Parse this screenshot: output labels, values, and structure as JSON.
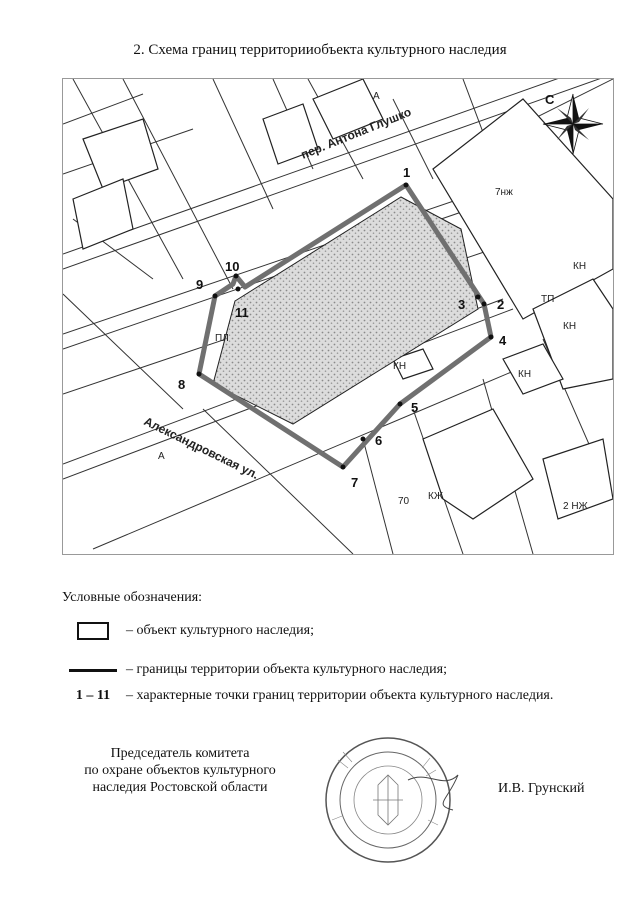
{
  "title": "2. Схема границ территорииобъекта культурного наследия",
  "map": {
    "streets": {
      "lane": "пер. Антона Глушко",
      "street": "Александровская ул."
    },
    "compass": {
      "north": "C",
      "icon": "compass-rose-icon"
    },
    "points": [
      "1",
      "2",
      "3",
      "4",
      "5",
      "6",
      "7",
      "8",
      "9",
      "10",
      "11"
    ],
    "labels": {
      "nezh": "7нж",
      "kn1": "КН",
      "kn2": "КН",
      "kn3": "КН",
      "kn4": "КН",
      "tp": "ТП",
      "kzh": "КЖ",
      "a1": "А",
      "a2": "А",
      "pl": "ПЛ",
      "num70": "70",
      "num2n": "2 НЖ"
    },
    "boundary_color": "#707070"
  },
  "legend": {
    "title": "Условные обозначения:",
    "items": [
      {
        "symbol": "box",
        "text": "– объект культурного наследия;"
      },
      {
        "symbol": "line",
        "text": "– границы территории объекта культурного наследия;"
      },
      {
        "symbol": "points",
        "symbol_text": "1 – 11",
        "text": "– характерные точки границ территории объекта культурного наследия."
      }
    ]
  },
  "signature": {
    "position_line1": "Председатель комитета",
    "position_line2": "по охране объектов культурного",
    "position_line3": "наследия Ростовской области",
    "name": "И.В. Грунский"
  }
}
